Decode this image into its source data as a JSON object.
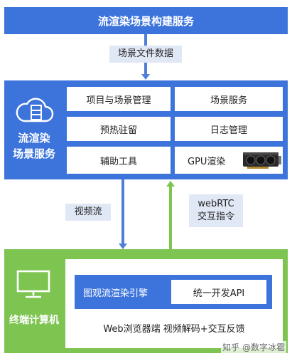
{
  "top_banner": "流渲染场景构建服务",
  "arrow_label_top": "场景文件数据",
  "service": {
    "title_line1": "流渲染",
    "title_line2": "场景服务",
    "cells": [
      "项目与场景管理",
      "场景服务",
      "预热驻留",
      "日志管理",
      "辅助工具",
      "GPU渲染"
    ]
  },
  "left_flow_label": "视频流",
  "right_flow_label_line1": "webRTC",
  "right_flow_label_line2": "交互指令",
  "terminal": {
    "title": "终端计算机",
    "engine": "图观流渲染引擎",
    "api": "统一开发API",
    "browser_line": "Web浏览器端 视频解码+交互反馈"
  },
  "watermark": "知乎 @数字冰雹",
  "colors": {
    "blue": "#3d74dc",
    "green": "#7dc451",
    "label_bg": "#e1e8f5"
  },
  "icons": [
    "cloud-server-icon",
    "gpu-card-icon",
    "computer-monitor-icon"
  ]
}
